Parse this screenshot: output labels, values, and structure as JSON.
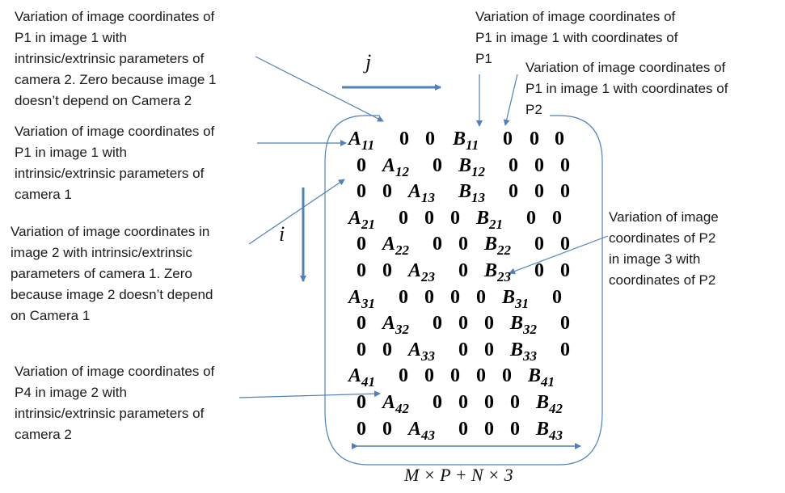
{
  "colors": {
    "accent": "#4f81bd",
    "text": "#1a1a1a"
  },
  "notes": {
    "camera2_p1": [
      "Variation of image coordinates of",
      "P1 in image 1 with",
      "intrinsic/extrinsic parameters of",
      "camera 2. Zero because image 1",
      "doesn’t depend on Camera 2"
    ],
    "coords_p1": [
      "Variation of image coordinates of",
      "P1 in image 1 with coordinates of",
      "P1"
    ],
    "coords_p2": [
      "Variation of image coordinates of",
      "P1 in image 1 with coordinates of",
      "P2"
    ],
    "camera1_p1": [
      "Variation of image coordinates of",
      "P1 in image 1 with",
      "intrinsic/extrinsic parameters of",
      "camera 1"
    ],
    "image2_camera1": [
      "Variation of image coordinates in",
      "image 2 with intrinsic/extrinsic",
      "parameters of camera 1. Zero",
      "because image 2 doesn’t depend",
      "on Camera 1"
    ],
    "p2_image3": [
      "Variation of image",
      "coordinates of P2",
      "in image 3 with",
      "coordinates of P2"
    ],
    "p4_image2": [
      "Variation of image coordinates of",
      "P4 in image 2 with",
      "intrinsic/extrinsic parameters of",
      "camera 2"
    ]
  },
  "axes": {
    "j_label": "j",
    "i_label": "i"
  },
  "dimension": {
    "label": "M × P + N × 3"
  },
  "matrix": {
    "rows": [
      [
        [
          "A",
          "11"
        ],
        "0",
        "0",
        [
          "B",
          "11"
        ],
        "0",
        "0",
        "0"
      ],
      [
        "0",
        [
          "A",
          "12"
        ],
        "0",
        [
          "B",
          "12"
        ],
        "0",
        "0",
        "0"
      ],
      [
        "0",
        "0",
        [
          "A",
          "13"
        ],
        [
          "B",
          "13"
        ],
        "0",
        "0",
        "0"
      ],
      [
        [
          "A",
          "21"
        ],
        "0",
        "0",
        "0",
        [
          "B",
          "21"
        ],
        "0",
        "0"
      ],
      [
        "0",
        [
          "A",
          "22"
        ],
        "0",
        "0",
        [
          "B",
          "22"
        ],
        "0",
        "0"
      ],
      [
        "0",
        "0",
        [
          "A",
          "23"
        ],
        "0",
        [
          "B",
          "23"
        ],
        "0",
        "0"
      ],
      [
        [
          "A",
          "31"
        ],
        "0",
        "0",
        "0",
        "0",
        [
          "B",
          "31"
        ],
        "0"
      ],
      [
        "0",
        [
          "A",
          "32"
        ],
        "0",
        "0",
        "0",
        [
          "B",
          "32"
        ],
        "0"
      ],
      [
        "0",
        "0",
        [
          "A",
          "33"
        ],
        "0",
        "0",
        [
          "B",
          "33"
        ],
        "0"
      ],
      [
        [
          "A",
          "41"
        ],
        "0",
        "0",
        "0",
        "0",
        "0",
        [
          "B",
          "41"
        ]
      ],
      [
        "0",
        [
          "A",
          "42"
        ],
        "0",
        "0",
        "0",
        "0",
        [
          "B",
          "42"
        ]
      ],
      [
        "0",
        "0",
        [
          "A",
          "43"
        ],
        "0",
        "0",
        "0",
        [
          "B",
          "43"
        ]
      ]
    ]
  }
}
